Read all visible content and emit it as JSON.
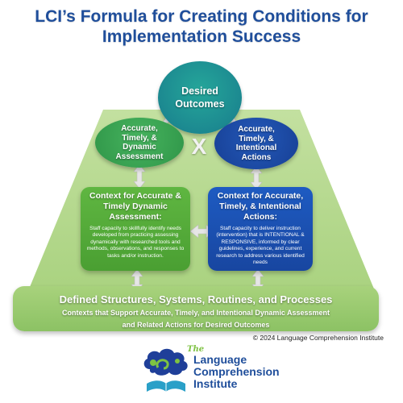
{
  "title": {
    "line1": "LCI’s Formula for Creating Conditions for",
    "line2": "Implementation Success"
  },
  "top_circle": {
    "label_line1": "Desired",
    "label_line2": "Outcomes"
  },
  "left_circle": {
    "line1": "Accurate,",
    "line2": "Timely, &",
    "line3": "Dynamic",
    "line4": "Assessment"
  },
  "right_circle": {
    "line1": "Accurate,",
    "line2": "Timely, &",
    "line3": "Intentional",
    "line4": "Actions"
  },
  "multiply_symbol": "X",
  "left_box": {
    "title_line1": "Context for Accurate &",
    "title_line2": "Timely Dynamic",
    "title_line3": "Assessment:",
    "body": "Staff capacity to skillfully identify needs developed from practicing assessing dynamically with researched tools and methods, observations, and responses to tasks and/or instruction."
  },
  "right_box": {
    "title_line1": "Context for Accurate,",
    "title_line2": "Timely, & Intentional",
    "title_line3": "Actions:",
    "body": "Staff capacity to deliver instruction (intervention) that is INTENTIONAL & RESPONSIVE, informed by clear guidelines, experience, and current research to address various identified needs"
  },
  "foundation": {
    "title": "Defined Structures, Systems, Routines, and Processes",
    "subtitle_line1": "Contexts that Support Accurate, Timely, and Intentional Dynamic Assessment",
    "subtitle_line2": "and Related Actions for Desired Outcomes"
  },
  "copyright": "© 2024 Language Comprehension Institute",
  "logo": {
    "the": "The",
    "line1": "Language",
    "line2": "Comprehension",
    "line3": "Institute"
  },
  "colors": {
    "title_blue": "#1f4e9b",
    "trapezoid_green": "#b5d98e",
    "circle_green": "#3aa554",
    "circle_teal": "#1c8f86",
    "circle_blue": "#1a4aa3",
    "box_green": "#5cb23e",
    "box_blue": "#1a4fb3",
    "bar_green": "#9ccc72"
  }
}
